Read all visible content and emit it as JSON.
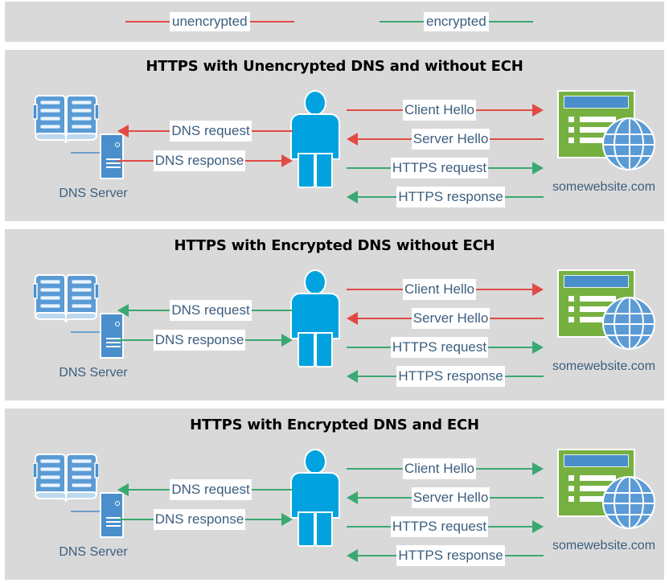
{
  "legend": {
    "items": [
      {
        "label": "unencrypted",
        "color": "#e04b45",
        "name": "legend-unencrypted"
      },
      {
        "label": "encrypted",
        "color": "#3aa872",
        "name": "legend-encrypted"
      }
    ]
  },
  "colors": {
    "unencrypted": "#e04b45",
    "encrypted": "#3aa872",
    "panel_background": "#d9d9d9",
    "text_blue": "#3b5e7e",
    "person": "#00a3e0",
    "server": "#4a8fcb",
    "website": "#76b041",
    "globe": "#5b9bd5",
    "title": "#000000"
  },
  "labels": {
    "dns_server": "DNS Server",
    "website": "somewebsite.com",
    "dns_request": "DNS request",
    "dns_response": "DNS response",
    "client_hello": "Client Hello",
    "server_hello": "Server Hello",
    "https_request": "HTTPS request",
    "https_response": "HTTPS response"
  },
  "panels": [
    {
      "id": "panel-1",
      "title": "HTTPS with Unencrypted DNS and without ECH",
      "left_flows": [
        {
          "label": "DNS request",
          "direction": "left",
          "state": "unencrypted"
        },
        {
          "label": "DNS response",
          "direction": "right",
          "state": "unencrypted"
        }
      ],
      "right_flows": [
        {
          "label": "Client Hello",
          "direction": "right",
          "state": "unencrypted"
        },
        {
          "label": "Server Hello",
          "direction": "left",
          "state": "unencrypted"
        },
        {
          "label": "HTTPS request",
          "direction": "right",
          "state": "encrypted"
        },
        {
          "label": "HTTPS response",
          "direction": "left",
          "state": "encrypted"
        }
      ]
    },
    {
      "id": "panel-2",
      "title": "HTTPS with Encrypted DNS without ECH",
      "left_flows": [
        {
          "label": "DNS request",
          "direction": "left",
          "state": "encrypted"
        },
        {
          "label": "DNS response",
          "direction": "right",
          "state": "encrypted"
        }
      ],
      "right_flows": [
        {
          "label": "Client Hello",
          "direction": "right",
          "state": "unencrypted"
        },
        {
          "label": "Server Hello",
          "direction": "left",
          "state": "unencrypted"
        },
        {
          "label": "HTTPS request",
          "direction": "right",
          "state": "encrypted"
        },
        {
          "label": "HTTPS response",
          "direction": "left",
          "state": "encrypted"
        }
      ]
    },
    {
      "id": "panel-3",
      "title": "HTTPS with Encrypted DNS and ECH",
      "left_flows": [
        {
          "label": "DNS request",
          "direction": "left",
          "state": "encrypted"
        },
        {
          "label": "DNS response",
          "direction": "right",
          "state": "encrypted"
        }
      ],
      "right_flows": [
        {
          "label": "Client Hello",
          "direction": "right",
          "state": "encrypted"
        },
        {
          "label": "Server Hello",
          "direction": "left",
          "state": "encrypted"
        },
        {
          "label": "HTTPS request",
          "direction": "right",
          "state": "encrypted"
        },
        {
          "label": "HTTPS response",
          "direction": "left",
          "state": "encrypted"
        }
      ]
    }
  ]
}
